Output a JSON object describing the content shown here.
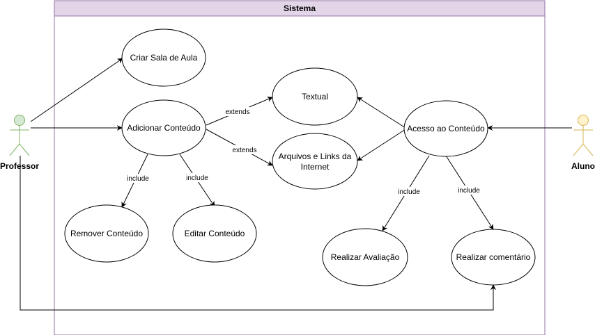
{
  "system": {
    "title": "Sistema",
    "fill": "#e1d5e7",
    "stroke": "#9673a6"
  },
  "actors": {
    "professor": {
      "label": "Professor",
      "fill": "#d5e8d4",
      "stroke": "#82b366"
    },
    "aluno": {
      "label": "Aluno",
      "fill": "#fff2cc",
      "stroke": "#d6b656"
    }
  },
  "use_cases": {
    "criar_sala": "Criar Sala de Aula",
    "adicionar": "Adicionar Conteúdo",
    "remover": "Remover Conteúdo",
    "editar": "Editar Conteúdo",
    "textual": "Textual",
    "arquivos_line1": "Arquivos e Links da",
    "arquivos_line2": "Internet",
    "acesso": "Acesso ao Conteúdo",
    "avaliacao": "Realizar Avaliação",
    "comentario": "Realizar comentário"
  },
  "relations": {
    "extends_textual": "extends",
    "extends_arquivos": "extends",
    "include_remover": "include",
    "include_editar": "include",
    "include_avaliacao": "include",
    "include_comentario": "include"
  }
}
